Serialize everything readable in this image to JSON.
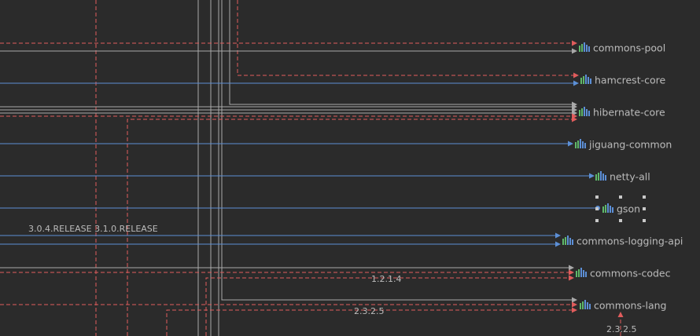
{
  "colors": {
    "background": "#2b2b2b",
    "gray_edge": "#a9a9a9",
    "blue_edge": "#5c8fd6",
    "red_edge": "#e05c5c",
    "label": "#bbbbbb",
    "icon_green": "#5fb86a",
    "icon_blue": "#5c8fd6",
    "handle": "#c8c8c8"
  },
  "icon": "module-library-icon",
  "nodes": [
    {
      "id": "commons-pool",
      "label": "commons-pool"
    },
    {
      "id": "hamcrest-core",
      "label": "hamcrest-core"
    },
    {
      "id": "hibernate-core",
      "label": "hibernate-core"
    },
    {
      "id": "jiguang-common",
      "label": "jiguang-common"
    },
    {
      "id": "netty-all",
      "label": "netty-all"
    },
    {
      "id": "gson",
      "label": "gson",
      "selected": true
    },
    {
      "id": "commons-logging-api",
      "label": "commons-logging-api"
    },
    {
      "id": "commons-codec",
      "label": "commons-codec"
    },
    {
      "id": "commons-lang",
      "label": "commons-lang"
    }
  ],
  "edge_labels": [
    {
      "id": "logging-api-versions",
      "text": "3.0.4.RELEASE 3.1.0.RELEASE"
    },
    {
      "id": "codec-versions",
      "text": "1.2.1.4"
    },
    {
      "id": "lang-versions",
      "text": "2.3.2.5"
    },
    {
      "id": "bottom-versions",
      "text": "2.3.2.5"
    }
  ]
}
